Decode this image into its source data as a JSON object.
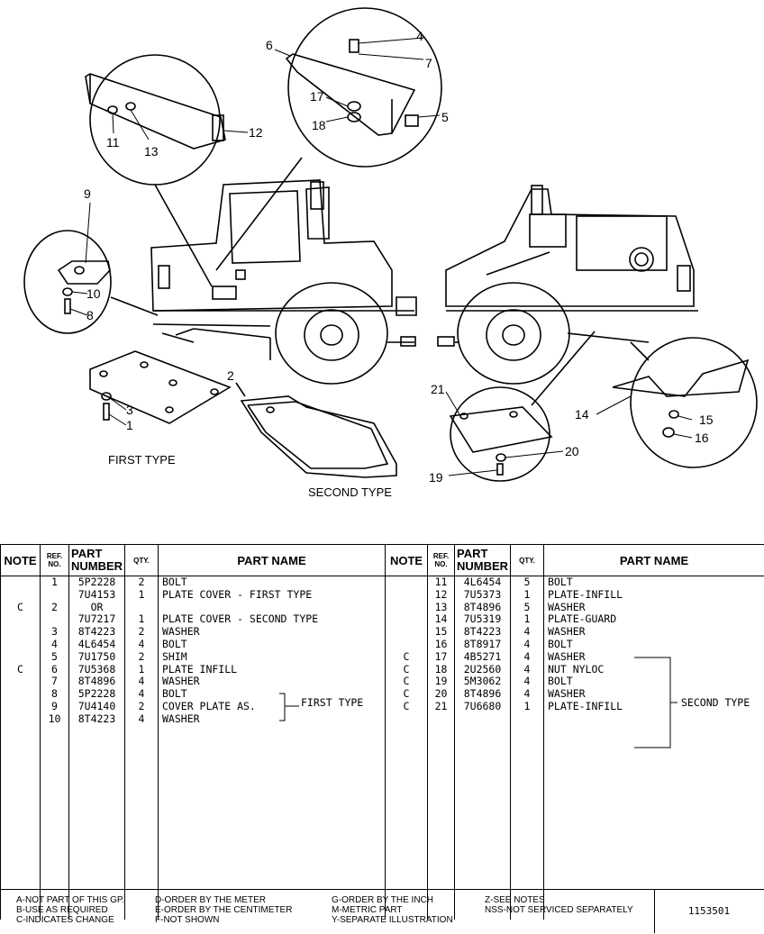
{
  "illustration": {
    "callouts": [
      "1",
      "2",
      "3",
      "4",
      "5",
      "6",
      "7",
      "8",
      "9",
      "10",
      "11",
      "12",
      "13",
      "14",
      "15",
      "16",
      "17",
      "18",
      "19",
      "20",
      "21"
    ],
    "first_type_label": "FIRST TYPE",
    "second_type_label": "SECOND TYPE"
  },
  "table": {
    "headers": {
      "note": "NOTE",
      "ref_no": "REF. NO.",
      "part_number": "PART NUMBER",
      "qty": "QTY.",
      "part_name": "PART NAME"
    },
    "left": {
      "notes": [
        "",
        "",
        "C",
        "",
        "",
        "",
        "",
        "C",
        "",
        "",
        ""
      ],
      "refs": [
        "1",
        "",
        "2",
        "",
        "3",
        "4",
        "5",
        "6",
        "7",
        "8",
        "9",
        "10"
      ],
      "parts": [
        "5P2228",
        "7U4153",
        "OR",
        "7U7217",
        "8T4223",
        "4L6454",
        "7U1750",
        "7U5368",
        "8T4896",
        "5P2228",
        "7U4140",
        "8T4223"
      ],
      "qtys": [
        "2",
        "1",
        "",
        "1",
        "2",
        "4",
        "2",
        "1",
        "4",
        "4",
        "2",
        "4"
      ],
      "names": [
        "BOLT",
        "PLATE COVER - FIRST TYPE",
        "",
        "PLATE COVER - SECOND TYPE",
        "WASHER",
        "BOLT",
        "SHIM",
        "PLATE INFILL",
        "WASHER",
        "BOLT",
        "COVER PLATE AS.",
        "WASHER"
      ],
      "group_label": "FIRST TYPE"
    },
    "right": {
      "notes": [
        "",
        "",
        "",
        "",
        "",
        "",
        "C",
        "C",
        "C",
        "C",
        "C"
      ],
      "refs": [
        "11",
        "12",
        "13",
        "14",
        "15",
        "16",
        "17",
        "18",
        "19",
        "20",
        "21"
      ],
      "parts": [
        "4L6454",
        "7U5373",
        "8T4896",
        "7U5319",
        "8T4223",
        "8T8917",
        "4B5271",
        "2U2560",
        "5M3062",
        "8T4896",
        "7U6680"
      ],
      "qtys": [
        "5",
        "1",
        "5",
        "1",
        "4",
        "4",
        "4",
        "4",
        "4",
        "4",
        "1"
      ],
      "names": [
        "BOLT",
        "PLATE-INFILL",
        "WASHER",
        "PLATE-GUARD",
        "WASHER",
        "BOLT",
        "WASHER",
        "NUT NYLOC",
        "BOLT",
        "WASHER",
        "PLATE-INFILL"
      ],
      "group_label": "SECOND TYPE"
    }
  },
  "legend": {
    "col1": [
      "A-NOT PART OF THIS GP.",
      "B-USE AS REQUIRED",
      "C-INDICATES CHANGE"
    ],
    "col2": [
      "D-ORDER BY THE METER",
      "E-ORDER BY THE CENTIMETER",
      "F-NOT SHOWN"
    ],
    "col3": [
      "G-ORDER BY THE INCH",
      "M-METRIC PART",
      "Y-SEPARATE ILLUSTRATION"
    ],
    "col4": [
      "Z-SEE NOTES",
      "NSS-NOT SERVICED SEPARATELY"
    ],
    "doc_number": "1153501"
  }
}
